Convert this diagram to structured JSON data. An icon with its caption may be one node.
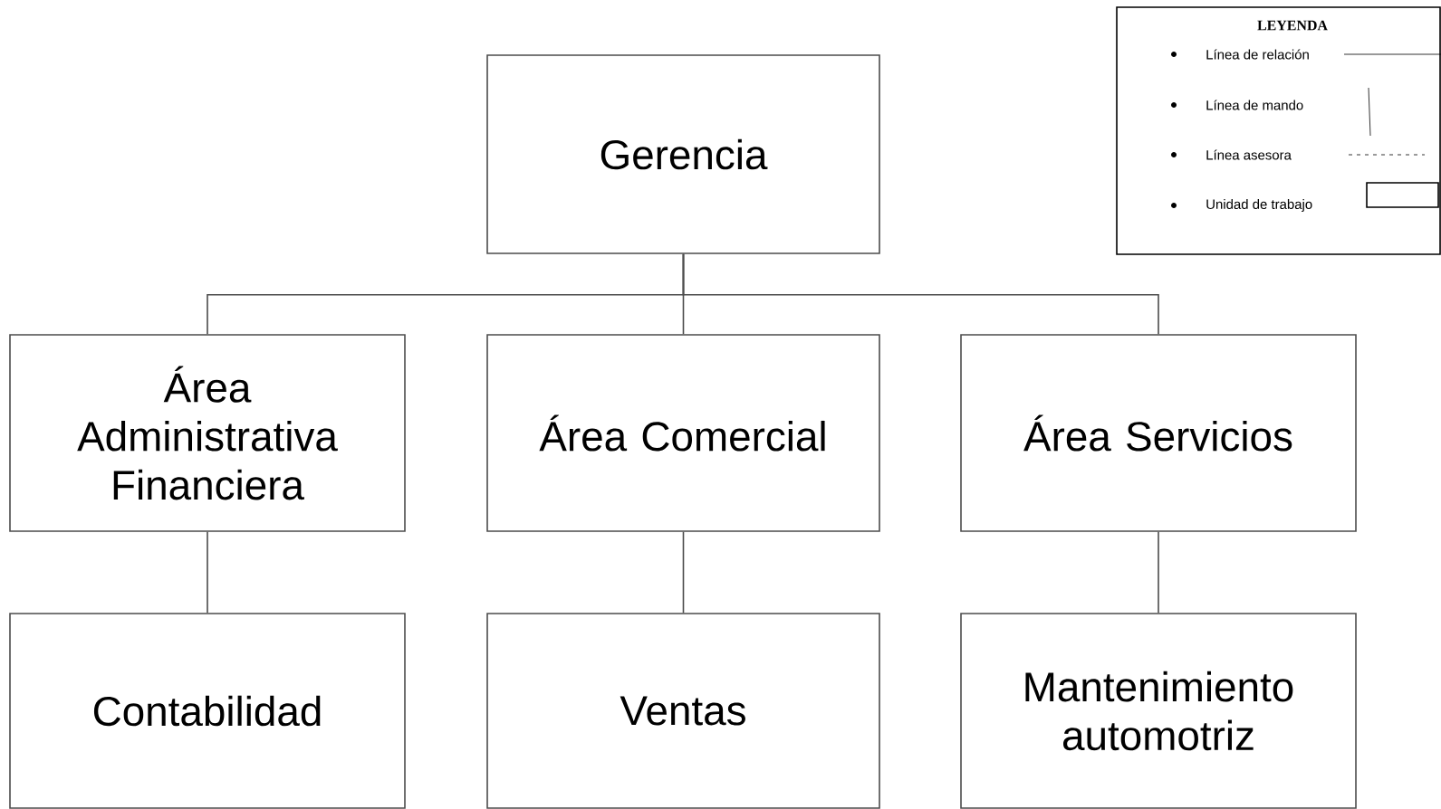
{
  "diagram": {
    "nodes": [
      {
        "text": [
          "Gerencia"
        ]
      },
      {
        "text": [
          "Área Administrativa Financiera"
        ]
      },
      {
        "text": [
          "Área Comercial"
        ]
      },
      {
        "text": [
          "Área Servicios"
        ]
      },
      {
        "text": [
          "Contabilidad"
        ]
      },
      {
        "text": [
          "Ventas"
        ]
      },
      {
        "text": [
          "Mantenimiento automotriz"
        ]
      }
    ],
    "edges": [
      {
        "from": 0,
        "to": 1,
        "arrow": "none"
      },
      {
        "from": 0,
        "to": 2,
        "arrow": "none"
      },
      {
        "from": 0,
        "to": 3,
        "arrow": "none"
      },
      {
        "from": 1,
        "to": 4,
        "arrow": "none"
      },
      {
        "from": 2,
        "to": 5,
        "arrow": "none"
      },
      {
        "from": 3,
        "to": 6,
        "arrow": "none"
      }
    ],
    "labels": [
      "LEYENDA"
    ],
    "legend": [
      {
        "text": "Línea de relación"
      },
      {
        "text": "Línea de mando"
      },
      {
        "text": "Línea asesora"
      },
      {
        "text": "Unidad de trabajo"
      }
    ]
  }
}
